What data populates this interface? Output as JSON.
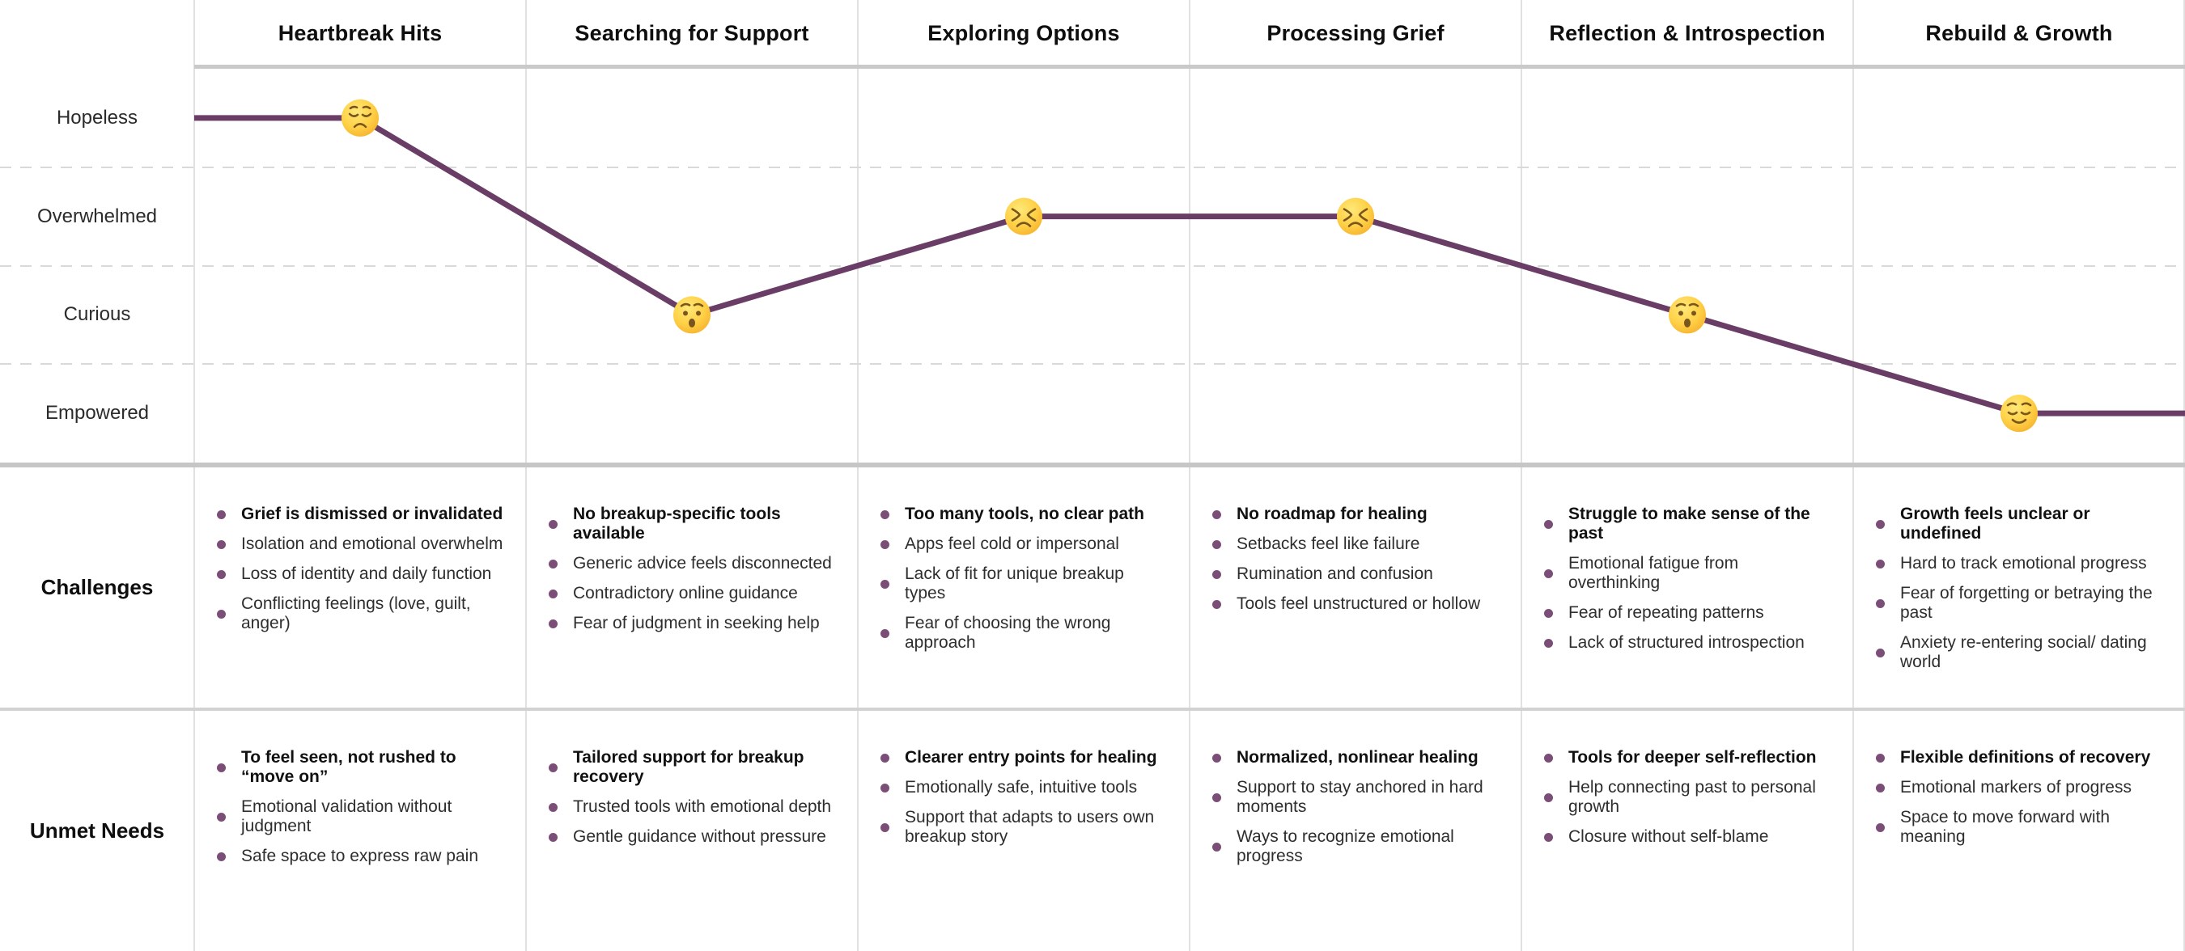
{
  "emotions": [
    "Hopeless",
    "Overwhelmed",
    "Curious",
    "Empowered"
  ],
  "rows": {
    "challenges_label": "Challenges",
    "unmet_needs_label": "Unmet Needs"
  },
  "style": {
    "line_color": "#6A3D66",
    "bullet_color": "#7B4E78",
    "face_feature_color": "#7A561F",
    "grid_line_color": "#E1E1E1",
    "dash_line_color": "#D9D9D9"
  },
  "stages": [
    {
      "title": "Heartbreak Hits",
      "emotion": "Hopeless",
      "emoji": "😞",
      "emoji_name": "disappointed-face",
      "challenges": [
        "Grief is dismissed or invalidated",
        "Isolation and emotional overwhelm",
        "Loss of identity and daily function",
        "Conflicting feelings (love, guilt, anger)"
      ],
      "unmet_needs": [
        "To feel seen, not rushed to “move on”",
        "Emotional validation without judgment",
        "Safe space to express raw pain"
      ]
    },
    {
      "title": "Searching for Support",
      "emotion": "Curious",
      "emoji": "😯",
      "emoji_name": "hushed-face",
      "challenges": [
        "No breakup-specific tools available",
        "Generic advice feels disconnected",
        "Contradictory online guidance",
        "Fear of judgment in seeking help"
      ],
      "unmet_needs": [
        "Tailored support for breakup recovery",
        "Trusted tools with emotional depth",
        "Gentle guidance without pressure"
      ]
    },
    {
      "title": "Exploring Options",
      "emotion": "Overwhelmed",
      "emoji": "😣",
      "emoji_name": "persevering-face",
      "challenges": [
        "Too many tools, no clear path",
        "Apps feel cold or impersonal",
        "Lack of fit for unique breakup types",
        "Fear of choosing the wrong approach"
      ],
      "unmet_needs": [
        "Clearer entry points for healing",
        "Emotionally safe, intuitive tools",
        "Support that adapts to users own breakup story"
      ]
    },
    {
      "title": "Processing Grief",
      "emotion": "Overwhelmed",
      "emoji": "😣",
      "emoji_name": "persevering-face",
      "challenges": [
        "No roadmap for healing",
        "Setbacks feel like failure",
        "Rumination and confusion",
        "Tools feel unstructured or hollow"
      ],
      "unmet_needs": [
        "Normalized, nonlinear healing",
        "Support to stay anchored in hard moments",
        "Ways to recognize emotional progress"
      ]
    },
    {
      "title": "Reflection & Introspection",
      "emotion": "Curious",
      "emoji": "😯",
      "emoji_name": "hushed-face",
      "challenges": [
        "Struggle to make sense of the past",
        "Emotional fatigue from overthinking",
        "Fear of repeating patterns",
        "Lack of structured introspection"
      ],
      "unmet_needs": [
        "Tools for deeper self-reflection",
        "Help connecting past to personal growth",
        "Closure without self-blame"
      ]
    },
    {
      "title": "Rebuild & Growth",
      "emotion": "Empowered",
      "emoji": "😌",
      "emoji_name": "relieved-face",
      "challenges": [
        "Growth feels unclear or undefined",
        "Hard to track emotional progress",
        "Fear of forgetting or betraying the past",
        "Anxiety re-entering social/ dating world"
      ],
      "unmet_needs": [
        "Flexible definitions of recovery",
        "Emotional markers of progress",
        "Space to move forward with meaning"
      ]
    }
  ],
  "chart_data": {
    "type": "line",
    "title": "",
    "categories": [
      "Heartbreak Hits",
      "Searching for Support",
      "Exploring Options",
      "Processing Grief",
      "Reflection & Introspection",
      "Rebuild & Growth"
    ],
    "y_axis_labels_top_to_bottom": [
      "Hopeless",
      "Overwhelmed",
      "Curious",
      "Empowered"
    ],
    "values": [
      "Hopeless",
      "Curious",
      "Overwhelmed",
      "Overwhelmed",
      "Curious",
      "Empowered"
    ],
    "legend_position": "none",
    "grid": "dashed-horizontal"
  }
}
